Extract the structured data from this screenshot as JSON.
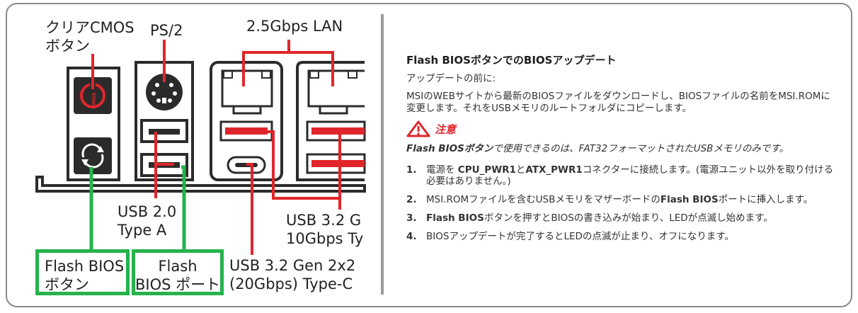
{
  "diagram": {
    "labels": {
      "clear_cmos": "クリアCMOS\nボタン",
      "ps2": "PS/2",
      "lan": "2.5Gbps LAN",
      "usb20": "USB 2.0\nType A",
      "usb32_g2": "USB 3.2 G\n10Gbps Ty",
      "usb32_c": "USB 3.2 Gen 2x2\n(20Gbps) Type-C",
      "flash_bios_button": "Flash BIOS\nボタン",
      "flash_bios_port": "Flash\nBIOS ポート",
      "cmos_icon_text": "CMOS"
    },
    "colors": {
      "red": "#e0262b",
      "green": "#25b34b",
      "dark": "#2b2b2b"
    }
  },
  "instructions": {
    "title": "Flash BIOSボタンでのBIOSアップデート",
    "before": "アップデートの前に:",
    "intro": "MSIのWEBサイトから最新のBIOSファイルをダウンロードし、BIOSファイルの名前をMSI.ROMに変更します。それをUSBメモリのルートフォルダにコピーします。",
    "caution_label": "注意",
    "caution_icon": "warning-triangle-icon",
    "note_bold": "Flash BIOSボタン",
    "note_rest": "で使用できるのは、FAT32フォーマットされたUSBメモリのみです。",
    "steps": [
      {
        "num": "1.",
        "pre": "電源を ",
        "b1": "CPU_PWR1",
        "mid": "と",
        "b2": "ATX_PWR1",
        "post": "コネクターに接続します。(電源ユニット以外を取り付ける必要はありません。)"
      },
      {
        "num": "2.",
        "pre": "MSI.ROMファイルを含むUSBメモリをマザーボードの",
        "b1": "Flash BIOS",
        "post": "ポートに挿入します。"
      },
      {
        "num": "3.",
        "pre": "",
        "b1": "Flash BIOS",
        "post": "ボタンを押すとBIOSの書き込みが始まり、LEDが点滅し始めます。"
      },
      {
        "num": "4.",
        "pre": "BIOSアップデートが完了するとLEDの点滅が止まり、オフになります。"
      }
    ]
  }
}
